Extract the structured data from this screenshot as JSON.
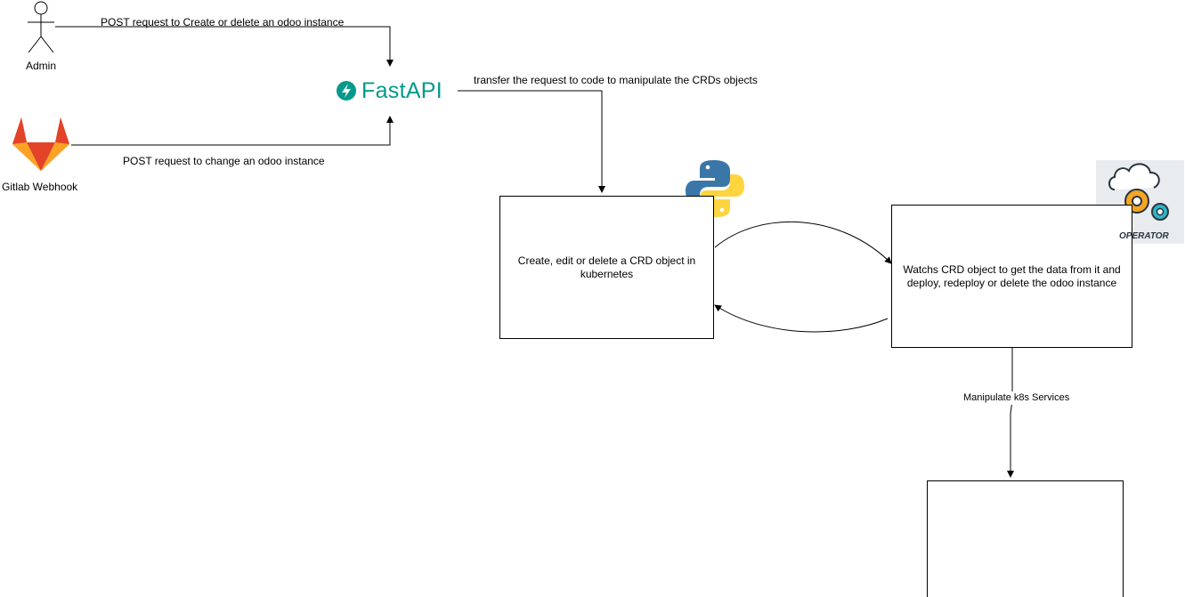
{
  "nodes": {
    "admin": {
      "label": "Admin"
    },
    "gitlab": {
      "label": "Gitlab Webhook"
    },
    "fastapi": {
      "label": "FastAPI",
      "color": "#05998b"
    },
    "crd_box": {
      "label": "Create, edit or delete a CRD object in kubernetes"
    },
    "operator_box": {
      "label": "Watchs CRD object to get the data from it and deploy, redeploy or delete the odoo instance"
    },
    "operator_logo": {
      "label": "OPERATOR"
    }
  },
  "edges": {
    "admin_to_fastapi": "POST request to Create or delete an odoo instance",
    "gitlab_to_fastapi": "POST request to change an odoo instance",
    "fastapi_to_crd": "transfer the request to code to manipulate the CRDs objects",
    "operator_to_k8s": "Manipulate k8s Services"
  },
  "colors": {
    "kubernetes": "#326ce5",
    "python_blue": "#3a77a8",
    "python_yellow": "#fed43f",
    "gitlab_orange": "#e24329",
    "gitlab_light": "#fca326"
  }
}
